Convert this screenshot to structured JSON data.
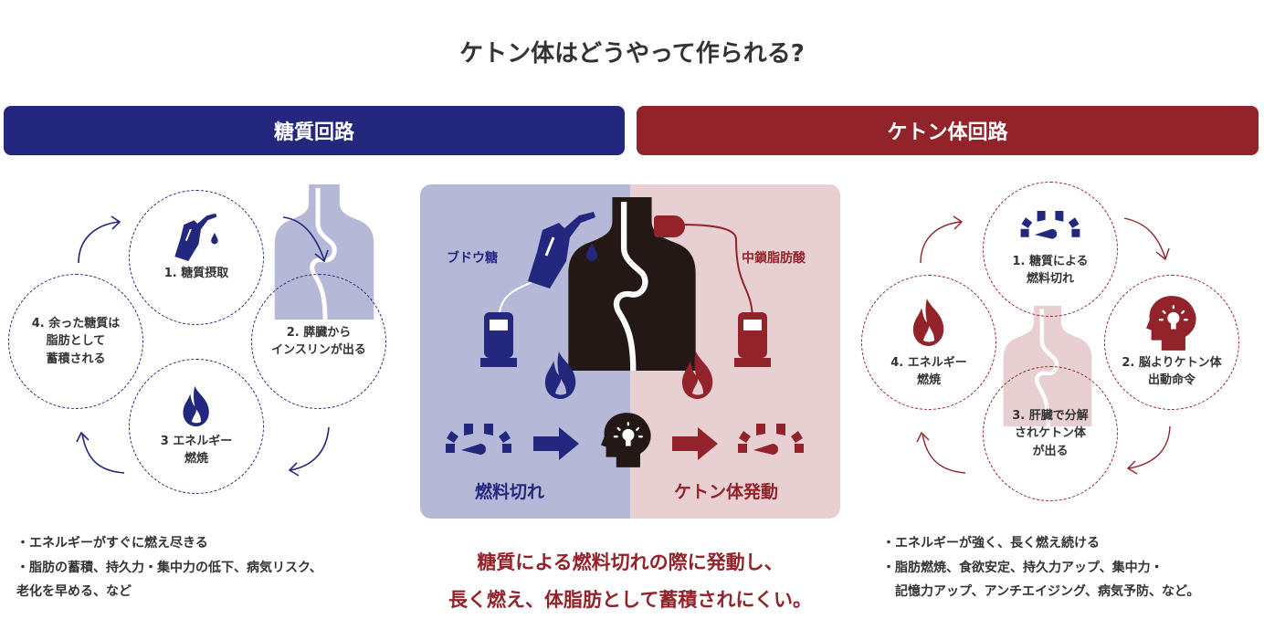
{
  "title": "ケトン体はどうやって作られる?",
  "colors": {
    "navy": "#23277e",
    "red": "#92232a",
    "panel_left": "#b6b8d7",
    "panel_right": "#e7cfd2"
  },
  "sugar_circuit": {
    "header": "糖質回路",
    "steps": [
      {
        "label": "1. 糖質摂取",
        "icon": "fuel-nozzle-icon"
      },
      {
        "label": "2. 膵臓から\nインスリンが出る",
        "icon": "none"
      },
      {
        "label": "3 エネルギー\n燃焼",
        "icon": "flame-icon"
      },
      {
        "label": "4. 余った糖質は\n脂肪として\n蓄積される",
        "icon": "none"
      }
    ],
    "bullets": [
      "・エネルギーがすぐに燃え尽きる",
      "・脂肪の蓄積、持久力・集中力の低下、病気リスク、",
      "老化を早める、など"
    ]
  },
  "ketone_circuit": {
    "header": "ケトン体回路",
    "steps": [
      {
        "label": "1. 糖質による\n燃料切れ",
        "icon": "gauge-empty-icon"
      },
      {
        "label": "2. 脳よりケトン体\n出動命令",
        "icon": "head-lightbulb-icon"
      },
      {
        "label": "3. 肝臓で分解\nされケトン体\nが出る",
        "icon": "none"
      },
      {
        "label": "4. エネルギー\n燃焼",
        "icon": "flame-icon"
      }
    ],
    "bullets": [
      "・エネルギーが強く、長く燃え続ける",
      "・脂肪燃焼、食欲安定、持久力アップ、集中力・",
      "記憶力アップ、アンチエイジング、病気予防、など。"
    ]
  },
  "center": {
    "left_fuel": "ブドウ糖",
    "right_fuel": "中鎖脂肪酸",
    "left_caption": "燃料切れ",
    "right_caption": "ケトン体発動",
    "summary": [
      "糖質による燃料切れの際に発動し、",
      "長く燃え、体脂肪として蓄積されにくい。"
    ]
  }
}
